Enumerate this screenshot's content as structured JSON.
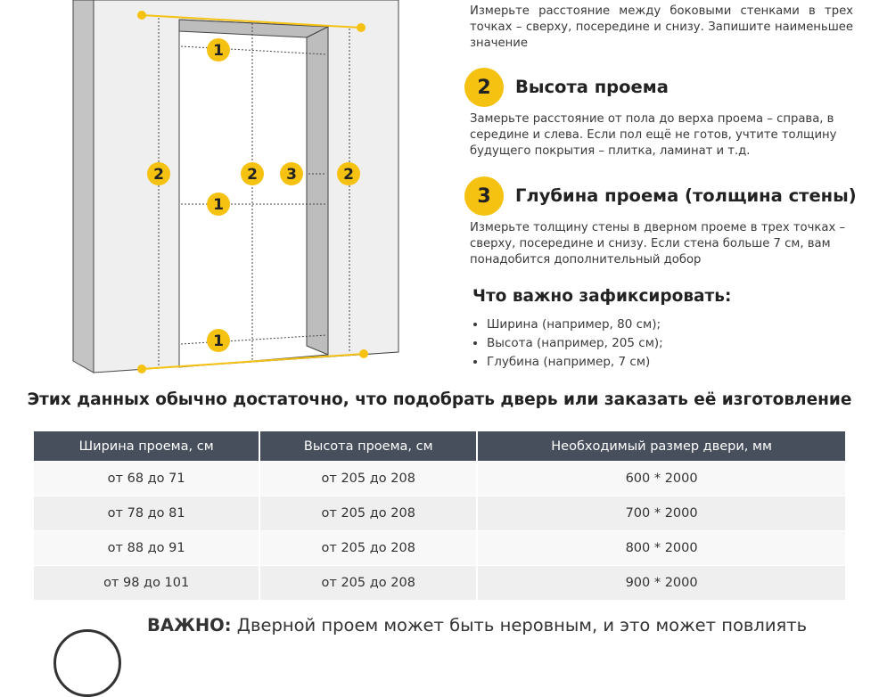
{
  "diagram": {
    "labels": {
      "width": "1",
      "height": "2",
      "depth": "3"
    },
    "accent": "#f5c211"
  },
  "step1": {
    "text": "Измерьте расстояние между боковыми стенками в трех точках – сверху, посередине и снизу. Запишите наименьшее значение"
  },
  "step2": {
    "number": "2",
    "title": "Высота проема",
    "text": "Замерьте расстояние от пола до верха проема – справа, в середине и слева. Если пол ещё не готов, учтите толщину будущего покрытия – плитка, ламинат и т.д."
  },
  "step3": {
    "number": "3",
    "title": "Глубина проема (толщина стены)",
    "text": "Измерьте толщину стены в дверном проеме в трех точках – сверху, посередине и снизу. Если стена больше 7 см, вам понадобится дополнительный добор"
  },
  "important": {
    "title": "Что важно зафиксировать:",
    "items": [
      "Ширина (например, 80 см);",
      "Высота (например, 205 см);",
      "Глубина (например, 7 см)"
    ]
  },
  "summary": "Этих данных обычно достаточно, что подобрать дверь или заказать её изготовление",
  "table": {
    "headers": [
      "Ширина проема, см",
      "Высота проема, см",
      "Необходимый размер двери, мм"
    ],
    "rows": [
      [
        "от 68 до 71",
        "от 205 до 208",
        "600 * 2000"
      ],
      [
        "от 78 до 81",
        "от 205 до 208",
        "700 * 2000"
      ],
      [
        "от 88 до 91",
        "от 205 до 208",
        "800 * 2000"
      ],
      [
        "от 98 до 101",
        "от 205 до 208",
        "900 * 2000"
      ]
    ]
  },
  "note": {
    "bold": "ВАЖНО:",
    "text": " Дверной проем может быть неровным, и это может повлиять"
  },
  "colors": {
    "header_bg": "#474e5c",
    "accent": "#f5c211"
  }
}
